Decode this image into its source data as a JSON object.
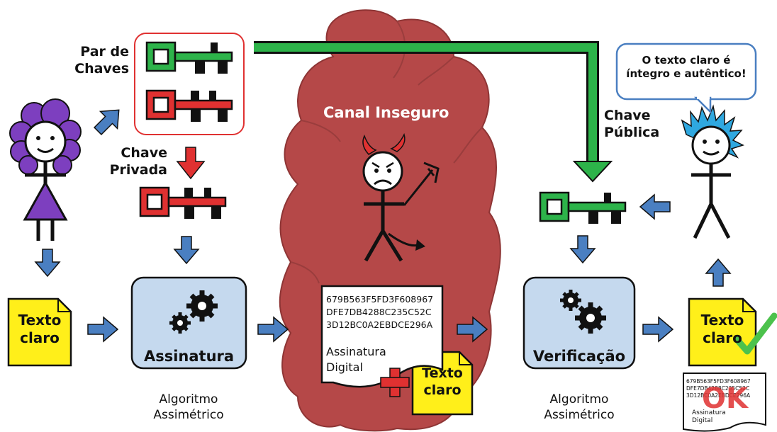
{
  "labels": {
    "key_pair": "Par de Chaves",
    "private_key": "Chave Privada",
    "public_key": "Chave Pública",
    "insecure_channel": "Canal Inseguro",
    "signature_box": "Assinatura",
    "verification_box": "Verificação",
    "algorithm_left": "Algoritmo Assimétrico",
    "algorithm_right": "Algoritmo Assimétrico",
    "plaintext_left": "Texto claro",
    "plaintext_middle": "Texto claro",
    "plaintext_right": "Texto claro",
    "speech_bubble": "O texto claro é íntegro e autêntico!",
    "ok": "OK"
  },
  "signature_doc": {
    "hex_line_1": "679B563F5FD3F608967",
    "hex_line_2": "DFE7DB4288C235C52C",
    "hex_line_3": "3D12BC0A2EBDCE296A",
    "caption": "Assinatura Digital"
  },
  "small_doc": {
    "hex_line_1": "679B563F5FD3F608967",
    "hex_line_2": "DFE7DB4288C235C52C",
    "hex_line_3": "3D12BC0A2EBDCE296A",
    "caption": "Assinatura Digital"
  },
  "colors": {
    "public_key": "#2db34a",
    "private_key": "#e03131",
    "arrow_blue": "#4a7fc1",
    "process_box": "#c5d9ee",
    "cloud": "#b54848",
    "document_yellow": "#ffef1a",
    "check": "#4cc24c",
    "alice_hair": "#7d3fbf",
    "bob_hair": "#2fa8e0"
  },
  "icons": [
    "gear-icon",
    "checkmark-icon",
    "plus-icon",
    "key-icon"
  ]
}
